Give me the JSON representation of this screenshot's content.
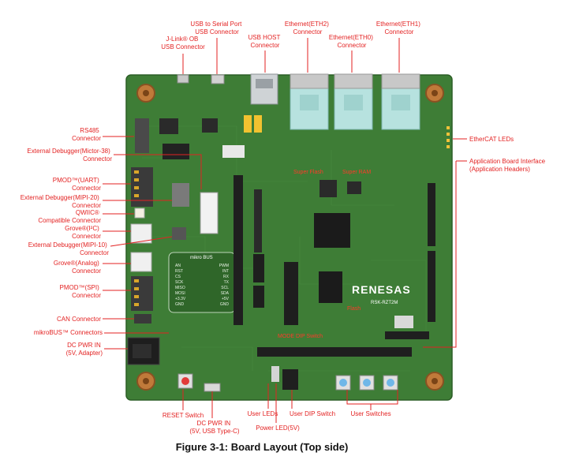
{
  "caption": "Figure 3-1: Board Layout (Top side)",
  "labels": {
    "jlink": [
      "J-Link® OB",
      "USB Connector"
    ],
    "usb_serial": [
      "USB to Serial Port",
      "USB Connector"
    ],
    "usb_host": [
      "USB HOST",
      "Connector"
    ],
    "eth2": [
      "Ethernet(ETH2)",
      "Connector"
    ],
    "eth0": [
      "Ethernet(ETH0)",
      "Connector"
    ],
    "eth1": [
      "Ethernet(ETH1)",
      "Connector"
    ],
    "rs485": [
      "RS485",
      "Connector"
    ],
    "ext_dbg_mictor": [
      "External Debugger(Mictor-38)",
      "Connector"
    ],
    "pmod_uart": [
      "PMOD™(UART)",
      "Connector"
    ],
    "ext_dbg_mipi20": [
      "External Debugger(MIPI-20)",
      "Connector"
    ],
    "qwiic": [
      "QWIIC®",
      "Compatible Connector"
    ],
    "grove_i2c": [
      "Grove®(I²C)",
      "Connector"
    ],
    "ext_dbg_mipi10": [
      "External Debugger(MIPI-10)",
      "Connector"
    ],
    "grove_analog": [
      "Grove®(Analog)",
      "Connector"
    ],
    "pmod_spi": [
      "PMOD™(SPI)",
      "Connector"
    ],
    "can": [
      "CAN Connector"
    ],
    "mikrobus": [
      "mikroBUS™ Connectors"
    ],
    "dc_pwr_adapter": [
      "DC PWR IN",
      "(5V, Adapter)"
    ],
    "ethercat_leds": [
      "EtherCAT LEDs"
    ],
    "app_board": [
      "Application Board Interface",
      "(Application Headers)"
    ],
    "reset": [
      "RESET Switch"
    ],
    "dc_pwr_usbc": [
      "DC PWR IN",
      "(5V, USB Type-C)"
    ],
    "user_leds": [
      "User LEDs"
    ],
    "power_led": [
      "Power LED(5V)"
    ],
    "user_dip": [
      "User DIP Switch"
    ],
    "user_switches": [
      "User Switches"
    ]
  },
  "board_silk": {
    "brand": "RENESAS",
    "model": "RSK-RZT2M",
    "mikrobus_logo": "mikro BUS",
    "red_marks": [
      "Super Flash",
      "Super RAM",
      "Flash",
      "MODE DIP Switch"
    ],
    "mikrobus_left_pins": [
      "AN",
      "RST",
      "CS",
      "SCK",
      "MISO",
      "MOSI",
      "+3.3V",
      "GND"
    ],
    "mikrobus_right_pins": [
      "PWM",
      "INT",
      "RX",
      "TX",
      "SCL",
      "SDA",
      "+5V",
      "GND"
    ]
  },
  "colors": {
    "pcb_green": "#3e7d36",
    "annotation_red": "#e32222",
    "rj45_teal": "#b7e2df",
    "mounting_hole": "#c07a3a"
  }
}
